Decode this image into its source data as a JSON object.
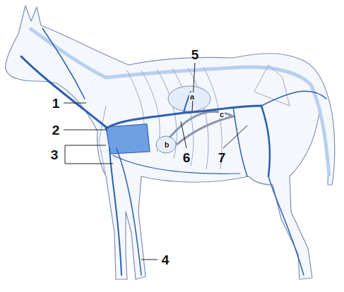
{
  "diagram": {
    "labels": [
      "5",
      "1",
      "a",
      "c",
      "2",
      "b",
      "3",
      "6",
      "7",
      "4"
    ]
  }
}
